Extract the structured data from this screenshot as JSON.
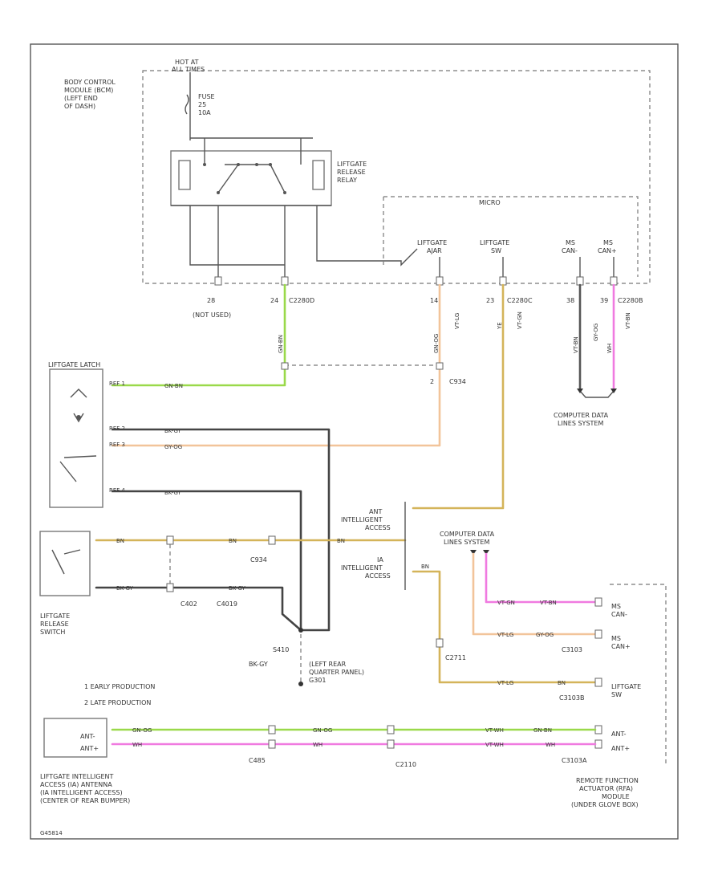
{
  "colors": {
    "green": "#9ad94a",
    "orange": "#f2c49a",
    "yellow_brown": "#d4b45a",
    "pink": "#f07ae0",
    "black": "#333333",
    "gray": "#555555"
  },
  "labels": {
    "hot_at": "HOT AT",
    "all_times": "ALL TIMES",
    "bcm_1": "BODY CONTROL",
    "bcm_2": "MODULE (BCM)",
    "bcm_3": "(LEFT END",
    "bcm_4": "OF DASH)",
    "fuse_1": "FUSE",
    "fuse_2": "25",
    "fuse_3": "10A",
    "relay_1": "LIFTGATE",
    "relay_2": "RELEASE",
    "relay_3": "RELAY",
    "micro": "MICRO",
    "liftgate_ajar_1": "LIFTGATE",
    "liftgate_ajar_2": "AJAR",
    "liftgate_sw_1": "LIFTGATE",
    "liftgate_sw_2": "SW",
    "ms_can_m_1": "MS",
    "ms_can_m_2": "CAN-",
    "ms_can_p_1": "MS",
    "ms_can_p_2": "CAN+",
    "pin_28": "28",
    "not_used": "(NOT USED)",
    "pin_24": "24",
    "c2280d": "C2280D",
    "pin_14": "14",
    "pin_23": "23",
    "c2280c": "C2280C",
    "pin_38": "38",
    "pin_39": "39",
    "c2280b": "C2280B",
    "wire_grnbrn_v": "GN-BN",
    "wire_grnog_v": "GN-OG",
    "wire_vtlg": "VT-LG",
    "wire_ye": "YE",
    "wire_vtgn_v": "VT-GN",
    "wire_vtbn_v": "VT-BN",
    "wire_gyog_v": "GY-OG",
    "wire_wh_v": "WH",
    "pin_2": "2",
    "c934": "C934",
    "cdl_1": "COMPUTER DATA",
    "cdl_2": "LINES SYSTEM",
    "liftgate_latch": "LIFTGATE LATCH",
    "latch_t1": "REF 1",
    "latch_t2": "REF 2",
    "latch_t3": "REF 3",
    "latch_t4": "REF 4",
    "w_grnbrn": "GN-BN",
    "w_bkgy1": "BK-GY",
    "w_gyog": "GY-OG",
    "w_bkgy2": "BK-GY",
    "ant_1": "ANT",
    "ant_2": "INTELLIGENT",
    "ant_3": "ACCESS",
    "w_bn1": "BN",
    "w_bn2": "BN",
    "w_bn3": "BN",
    "ia_1": "IA",
    "ia_2": "INTELLIGENT",
    "ia_3": "ACCESS",
    "cdl2_1": "COMPUTER DATA",
    "cdl2_2": "LINES SYSTEM",
    "w_bkgy3": "BK-GY",
    "w_bkgy4": "BK-GY",
    "c402": "C402",
    "c4019": "C4019",
    "lr_1": "LIFTGATE",
    "lr_2": "RELEASE",
    "lr_3": "SWITCH",
    "s410": "S410",
    "bkgy_s": "BK-GY",
    "g_1": "(LEFT REAR",
    "g_2": "QUARTER PANEL)",
    "g_3": "G301",
    "c2711": "C2711",
    "ms_can_m_r_1": "MS",
    "ms_can_m_r_2": "CAN-",
    "ms_can_p_r_1": "MS",
    "ms_can_p_r_2": "CAN+",
    "c3103": "C3103",
    "lsw_r_1": "LIFTGATE",
    "lsw_r_2": "SW",
    "c3103b": "C3103B",
    "legend_1": "1   EARLY PRODUCTION",
    "legend_2": "2   LATE PRODUCTION",
    "ant_box_1": "ANT-",
    "ant_box_2": "ANT+",
    "w_grnog": "GN-OG",
    "w_grnog2": "GN-OG",
    "w_wh": "WH",
    "w_wh2": "WH",
    "w_vtwh": "VT-WH",
    "w_vtwh2": "VT-WH",
    "w_grnbn_l": "GN-BN",
    "w_vtgn": "VT-GN",
    "w_vtbn": "VT-BN",
    "w_gyog_r": "GY-OG",
    "w_vtlg_h": "VT-LG",
    "w_bn_r": "BN",
    "ant_m_r": "ANT-",
    "ant_p_r": "ANT+",
    "c485": "C485",
    "c2110": "C2110",
    "c3103a": "C3103A",
    "lia_1": "LIFTGATE INTELLIGENT",
    "lia_2": "ACCESS (IA) ANTENNA",
    "lia_3": "(IA INTELLIGENT ACCESS)",
    "lia_4": "(CENTER OF REAR BUMPER)",
    "rfa_1": "REMOTE FUNCTION",
    "rfa_2": "ACTUATOR (RFA)",
    "rfa_3": "MODULE",
    "rfa_4": "(UNDER GLOVE BOX)",
    "footer_code": "G45814"
  }
}
